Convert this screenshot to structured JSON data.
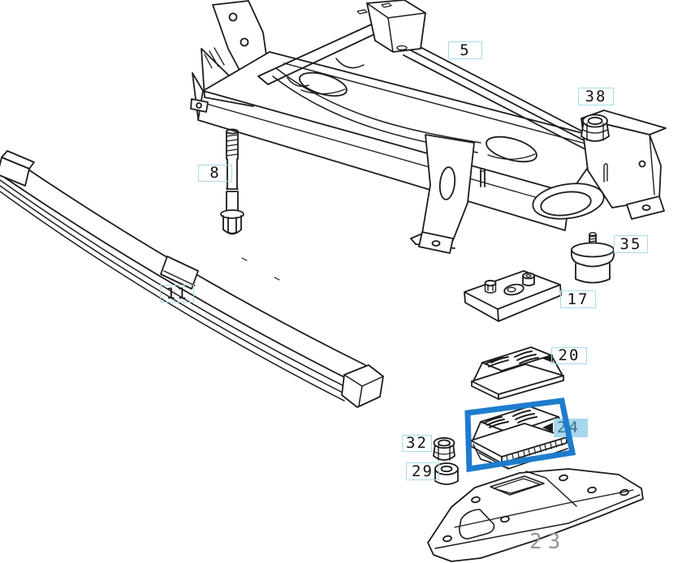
{
  "page": {
    "background": "#ffffff",
    "page_number": "23"
  },
  "colors": {
    "line": "#1c1c1c",
    "callout_border": "#a8dbe9",
    "callout_text": "#141414",
    "highlight_box": "#1e7ccd",
    "highlight_label_bg": "#a7d7ee",
    "highlight_label_text": "#3a7392",
    "page_number_text": "#959595"
  },
  "callouts": [
    {
      "label": "5"
    },
    {
      "label": "38"
    },
    {
      "label": "8"
    },
    {
      "label": "35"
    },
    {
      "label": "11"
    },
    {
      "label": "17"
    },
    {
      "label": "20"
    },
    {
      "label": "32"
    },
    {
      "label": "29"
    }
  ],
  "selected_callout": {
    "label": "24"
  },
  "parts_drawn": [
    "crossmember",
    "front-beam",
    "leaf-spring",
    "mounting-bolt",
    "hex-nut",
    "rubber-buffer",
    "spacer-plate",
    "upper-spring-pad",
    "lower-spring-pad-selected",
    "lock-nut",
    "spacer-sleeve",
    "support-bracket"
  ]
}
